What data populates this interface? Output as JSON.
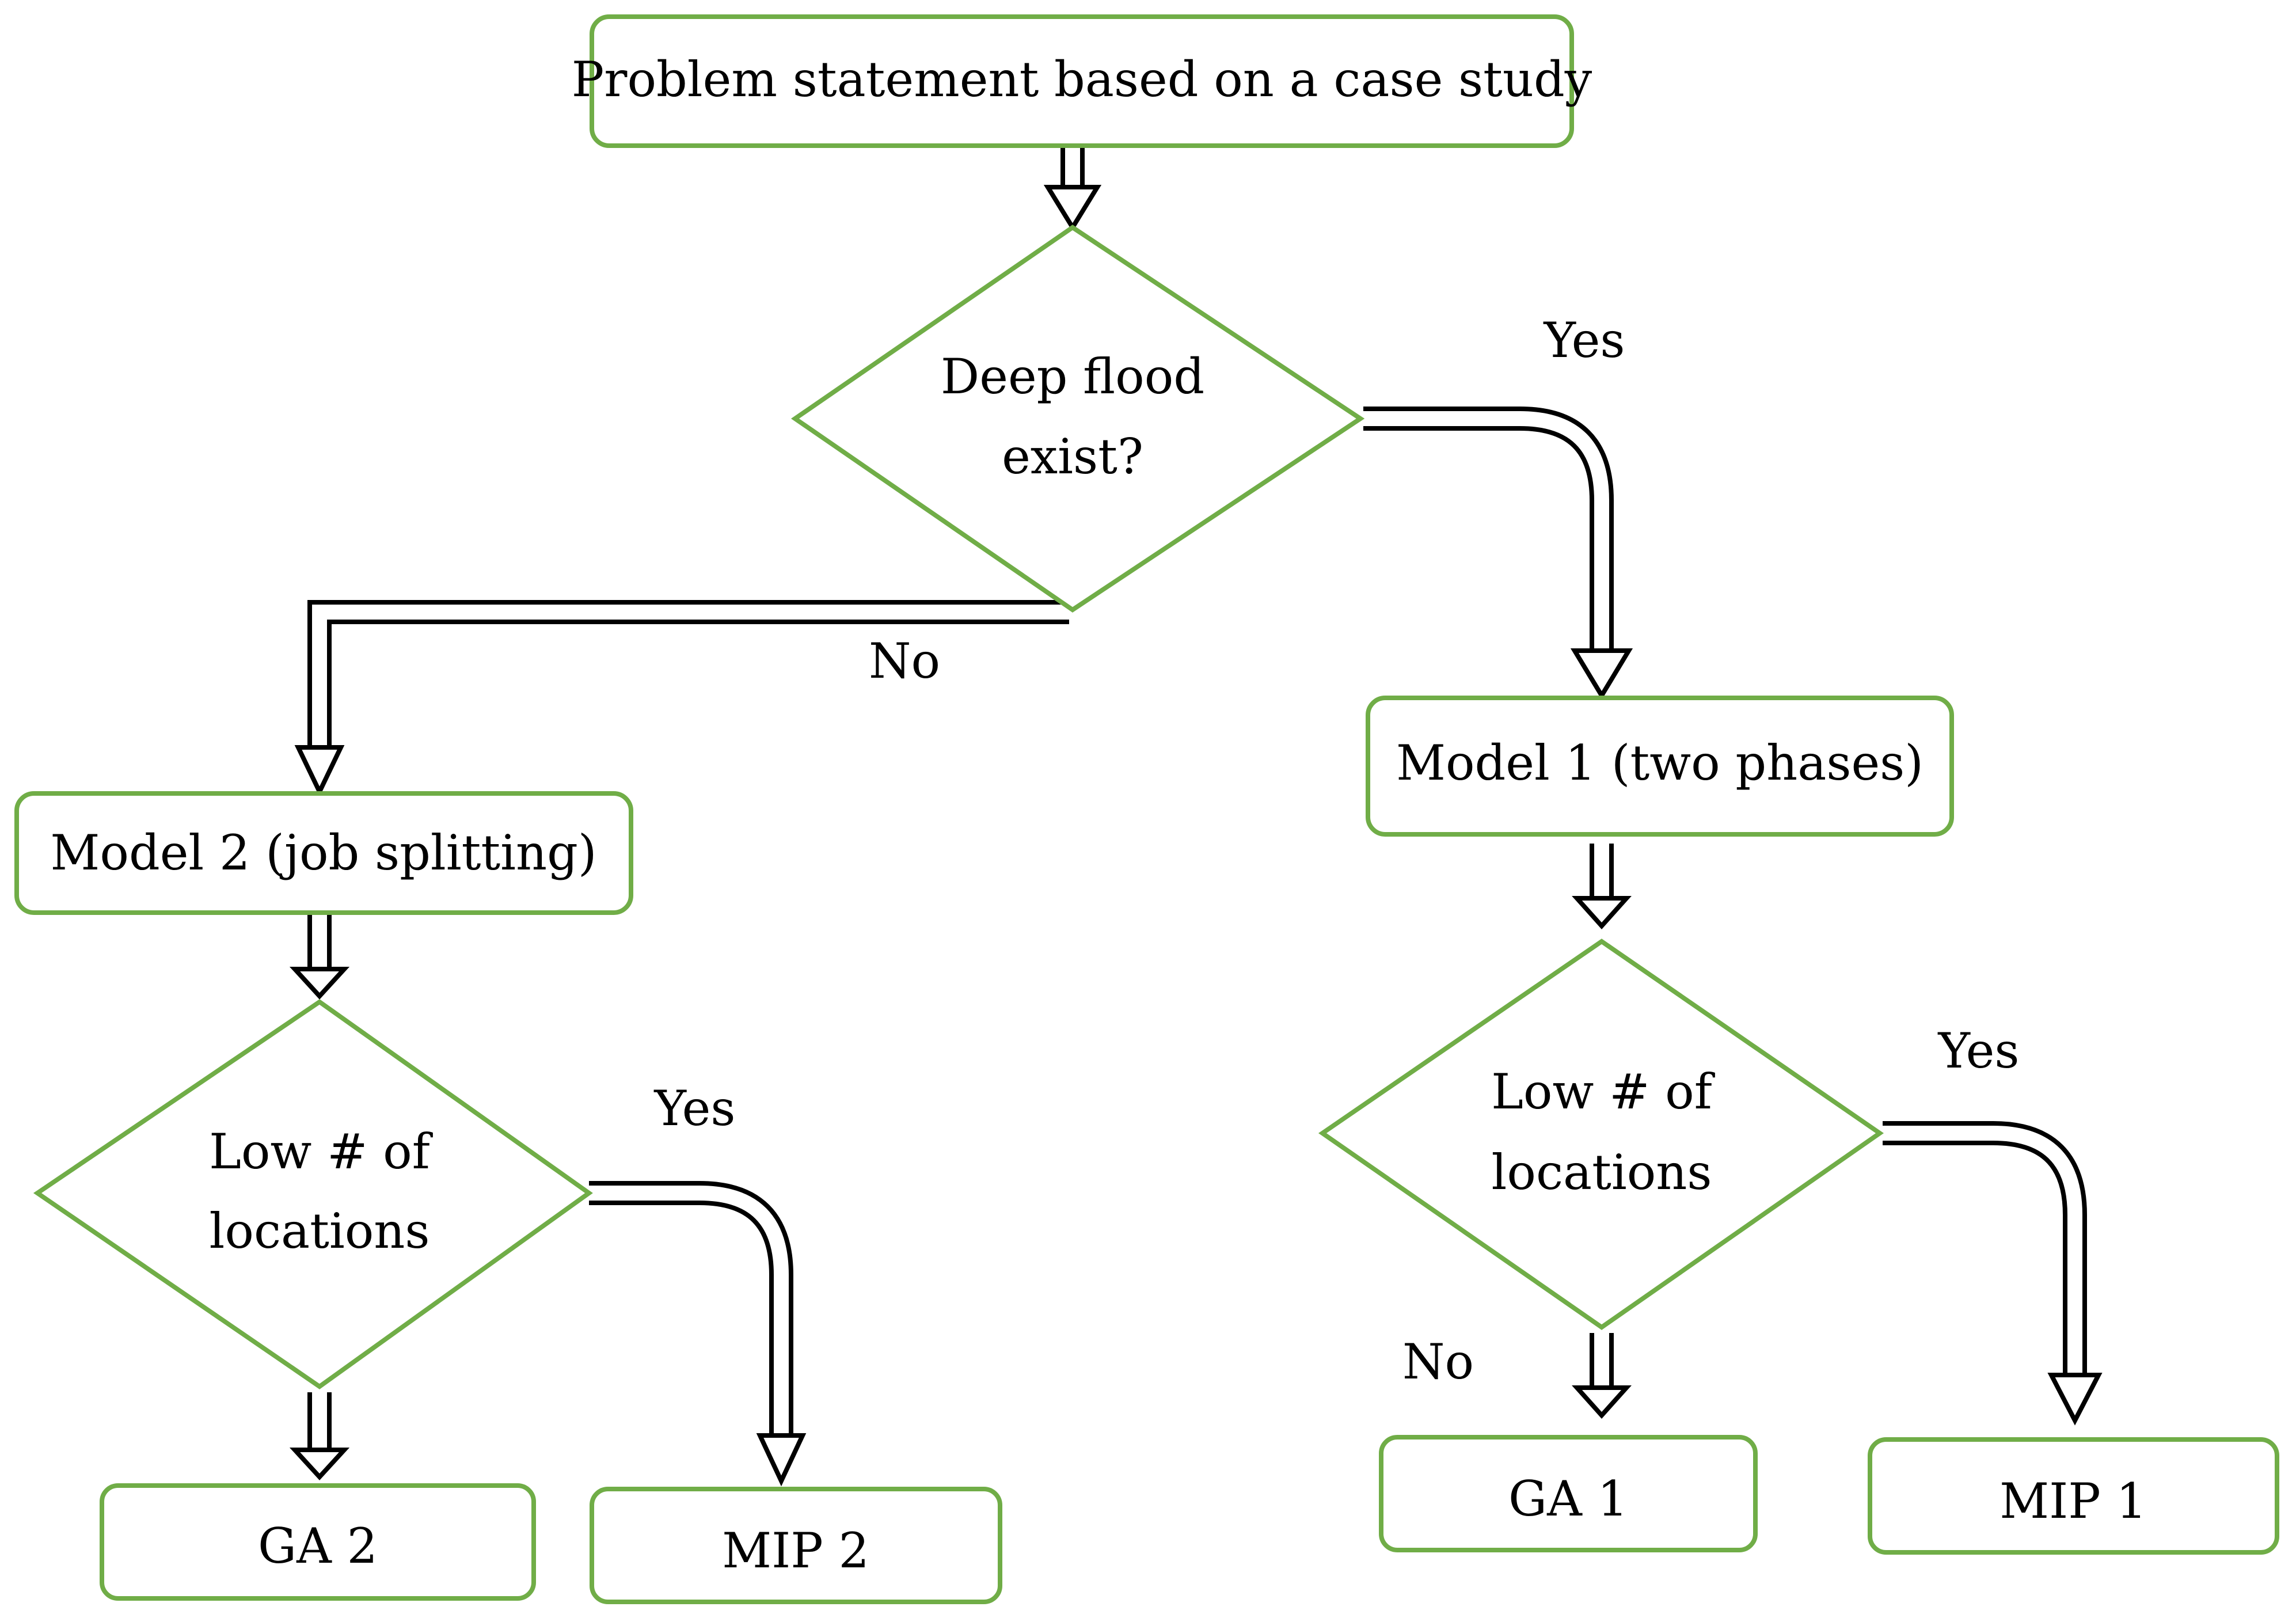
{
  "diagram": {
    "colors": {
      "node_border": "#70ad47",
      "arrow": "#000000",
      "background": "#ffffff"
    },
    "nodes": {
      "problem": {
        "label": "Problem statement based on a case study"
      },
      "deep_flood": {
        "line1": "Deep flood",
        "line2": "exist?"
      },
      "model1": {
        "label": "Model 1 (two phases)"
      },
      "model2": {
        "label": "Model 2 (job splitting)"
      },
      "low_loc_right": {
        "line1": "Low # of",
        "line2": "locations"
      },
      "low_loc_left": {
        "line1": "Low # of",
        "line2": "locations"
      },
      "ga1": {
        "label": "GA 1"
      },
      "mip1": {
        "label": "MIP 1"
      },
      "ga2": {
        "label": "GA 2"
      },
      "mip2": {
        "label": "MIP 2"
      }
    },
    "edge_labels": {
      "deep_flood_yes": "Yes",
      "deep_flood_no": "No",
      "right_yes": "Yes",
      "right_no": "No",
      "left_yes": "Yes"
    }
  }
}
